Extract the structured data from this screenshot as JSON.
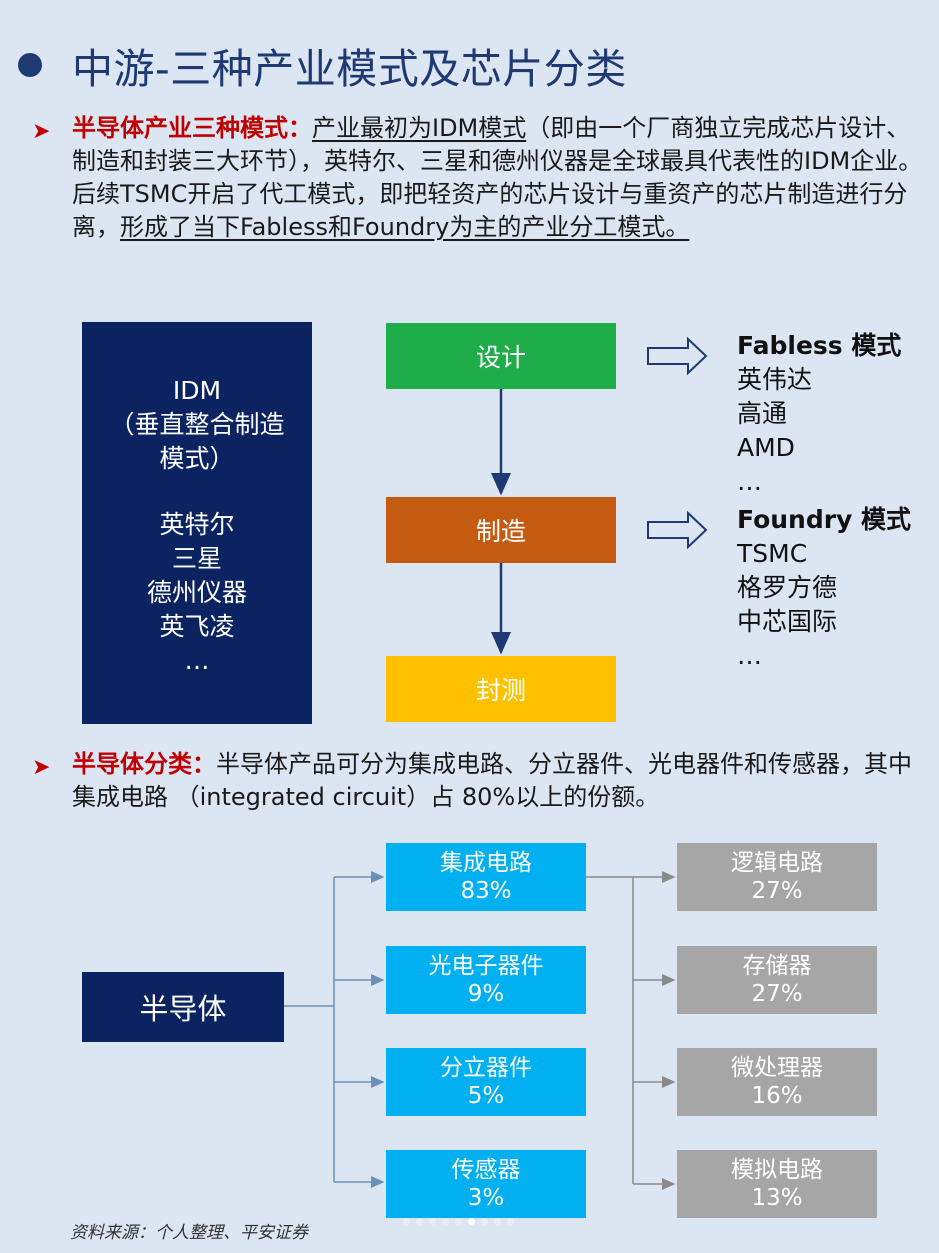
{
  "title": "中游-三种产业模式及芯片分类",
  "section1": {
    "heading": "半导体产业三种模式：",
    "text_underlined": "产业最初为IDM模式",
    "text_body": "（即由一个厂商独立完成芯片设计、制造和封装三大环节），英特尔、三星和德州仪器是全球最具代表性的IDM企业。后续TSMC开启了代工模式，即把轻资产的芯片设计与重资产的芯片制造进行分离，",
    "text_conclusion": "形成了当下Fabless和Foundry为主的产业分工模式。"
  },
  "idm": {
    "line1": "IDM",
    "line2": "（垂直整合制造",
    "line3": "模式）",
    "companies": [
      "英特尔",
      "三星",
      "德州仪器",
      "英飞凌",
      "…"
    ]
  },
  "steps": {
    "design": "设计",
    "fab": "制造",
    "pack": "封测"
  },
  "fabless": {
    "title": "Fabless 模式",
    "companies": [
      "英伟达",
      "高通",
      "AMD",
      "…"
    ]
  },
  "foundry": {
    "title": "Foundry 模式",
    "companies": [
      "TSMC",
      "格罗方德",
      "中芯国际",
      "…"
    ]
  },
  "section2": {
    "heading": "半导体分类：",
    "text": "半导体产品可分为集成电路、分立器件、光电器件和传感器，其中集成电路 （integrated circuit）占 80%以上的份额。"
  },
  "tree": {
    "root": "半导体",
    "categories": [
      {
        "name": "集成电路",
        "share": "83%"
      },
      {
        "name": "光电子器件",
        "share": "9%"
      },
      {
        "name": "分立器件",
        "share": "5%"
      },
      {
        "name": "传感器",
        "share": "3%"
      }
    ],
    "ic_types": [
      {
        "name": "逻辑电路",
        "share": "27%"
      },
      {
        "name": "存储器",
        "share": "27%"
      },
      {
        "name": "微处理器",
        "share": "16%"
      },
      {
        "name": "模拟电路",
        "share": "13%"
      }
    ]
  },
  "colors": {
    "navy": "#0b2461",
    "title_blue": "#1f3a73",
    "red": "#c00000",
    "green": "#1fad4a",
    "orange": "#c55a11",
    "yellow": "#ffc000",
    "cyan": "#00b0f0",
    "gray": "#a6a6a6"
  },
  "source": "资料来源：个人整理、平安证券"
}
